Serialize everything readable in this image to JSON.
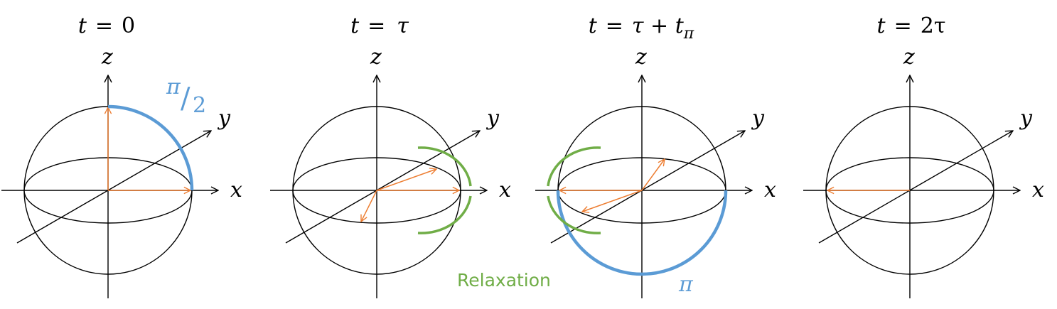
{
  "colors": {
    "axis": "#000000",
    "vector": "#ED7D31",
    "pulse": "#5B9BD5",
    "relaxation": "#70AD47"
  },
  "axis_names": {
    "x": "x",
    "y": "y",
    "z": "z"
  },
  "panels": [
    {
      "time_label": {
        "lhs": "t",
        "eq": "=",
        "rhs": "0",
        "sub": ""
      },
      "pulse_label": {
        "main": "π",
        "slash": "/",
        "den": "2"
      },
      "vectors": [
        {
          "dir": "z"
        },
        {
          "dir": "x"
        }
      ]
    },
    {
      "time_label": {
        "lhs": "t",
        "eq": "=",
        "rhs": "τ",
        "sub": ""
      },
      "vectors": [
        {
          "dir": "x"
        },
        {
          "dir": "xy-back"
        },
        {
          "dir": "neg-xy"
        }
      ],
      "relaxation": "right"
    },
    {
      "time_label": {
        "lhs": "t",
        "eq": "=",
        "rhs": "τ + t",
        "sub": "π"
      },
      "pulse_label": {
        "main": "π"
      },
      "vectors": [
        {
          "dir": "-x"
        },
        {
          "dir": "xy-back"
        },
        {
          "dir": "neg-xy"
        }
      ],
      "relaxation": "left"
    },
    {
      "time_label": {
        "lhs": "t",
        "eq": "=",
        "rhs": "2τ",
        "sub": ""
      },
      "vectors": [
        {
          "dir": "-x"
        }
      ]
    }
  ],
  "relaxation_label": "Relaxation"
}
